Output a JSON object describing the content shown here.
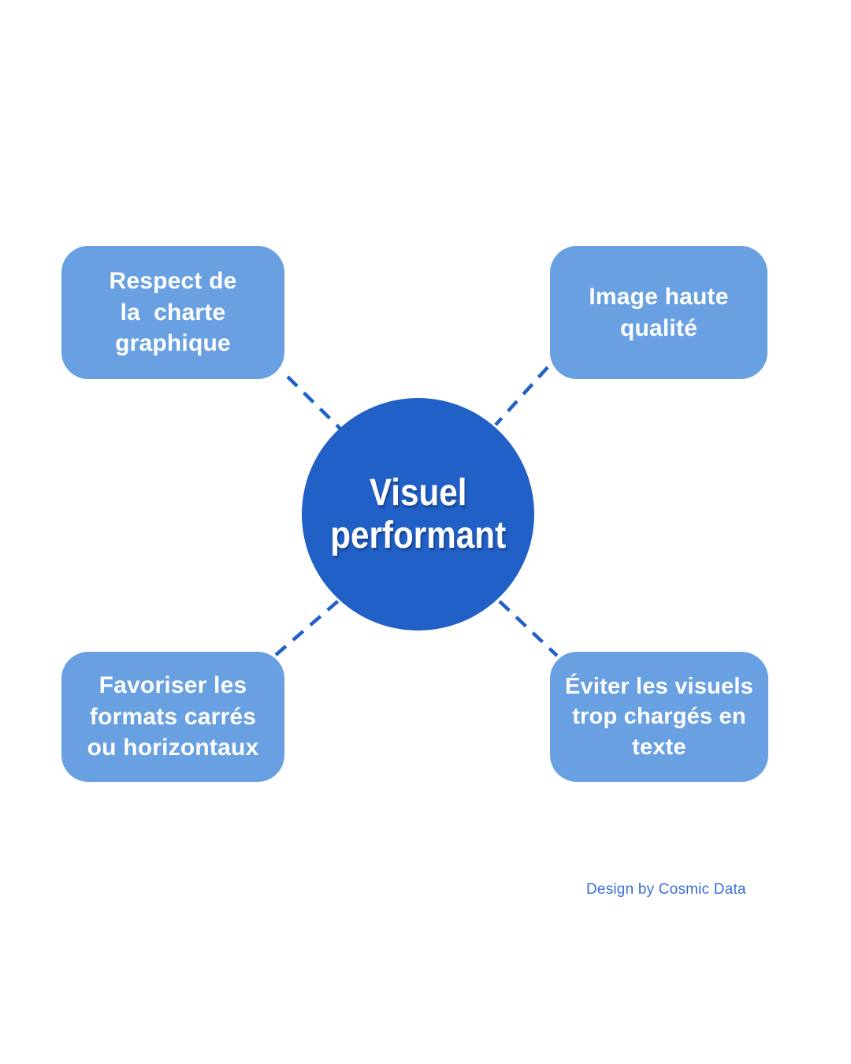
{
  "diagram": {
    "center": {
      "label_lines": [
        "Visuel",
        "performant"
      ]
    },
    "nodes": {
      "top_left": {
        "label_lines": [
          "Respect de",
          "la  charte",
          "graphique"
        ]
      },
      "top_right": {
        "label_lines": [
          "Image haute",
          "qualité"
        ]
      },
      "bottom_left": {
        "label_lines": [
          "Favoriser les",
          "formats carrés",
          "ou horizontaux"
        ]
      },
      "bottom_right": {
        "label_lines": [
          "Éviter les visuels",
          "trop chargés en",
          "texte"
        ]
      }
    },
    "colors": {
      "background": "#FFFFFF",
      "center_fill": "#2160C7",
      "node_fill": "#68A0E2",
      "connector": "#2160C7",
      "label_text": "#FFFFFF",
      "credit_text": "#3B6FD6"
    }
  },
  "footer": {
    "credit": "Design by Cosmic Data"
  }
}
